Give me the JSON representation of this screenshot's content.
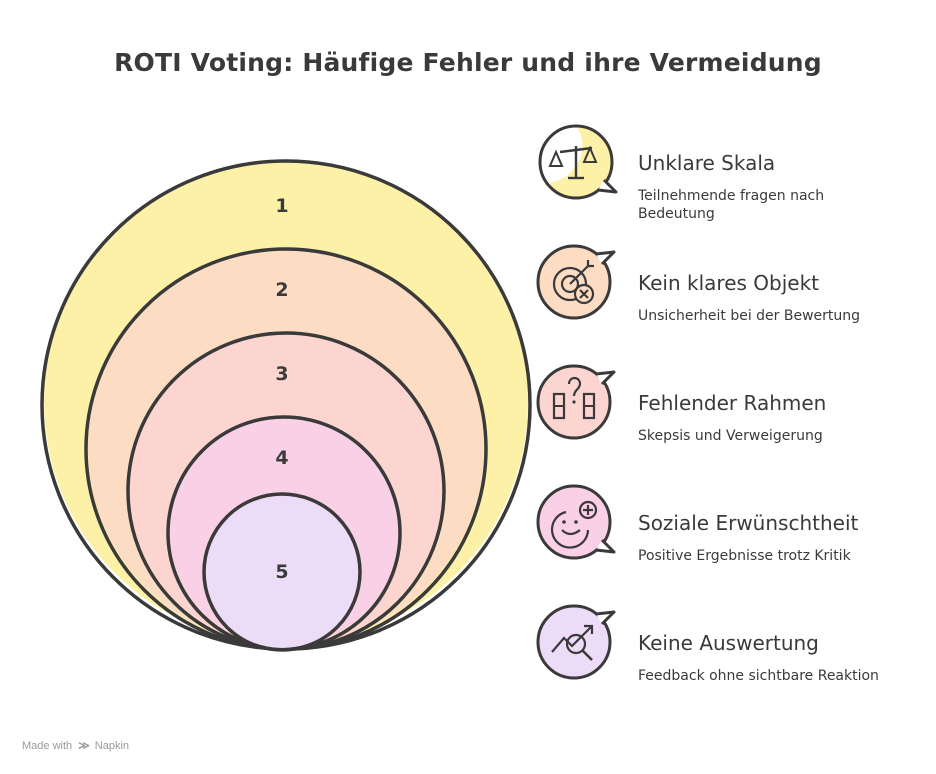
{
  "title": "ROTI Voting: Häufige Fehler und ihre Vermeidung",
  "rings": [
    {
      "label": "1",
      "color": "#fdf1a8"
    },
    {
      "label": "2",
      "color": "#fddcc4"
    },
    {
      "label": "3",
      "color": "#fcd5d0"
    },
    {
      "label": "4",
      "color": "#f9d0e6"
    },
    {
      "label": "5",
      "color": "#ecdcf8"
    }
  ],
  "items": [
    {
      "title": "Unklare Skala",
      "description": "Teilnehmende fragen nach Bedeutung",
      "icon": "scale-icon",
      "color": "#fdf1a8"
    },
    {
      "title": "Kein klares Objekt",
      "description": "Unsicherheit bei der Bewertung",
      "icon": "target-miss-icon",
      "color": "#fddcc4"
    },
    {
      "title": "Fehlender Rahmen",
      "description": "Skepsis und Verweigerung",
      "icon": "question-frame-icon",
      "color": "#fcd5d0"
    },
    {
      "title": "Soziale Erwünschtheit",
      "description": "Positive Ergebnisse trotz Kritik",
      "icon": "smiley-plus-icon",
      "color": "#f9d0e6"
    },
    {
      "title": "Keine Auswertung",
      "description": "Feedback ohne sichtbare Reaktion",
      "icon": "chart-search-icon",
      "color": "#ecdcf8"
    }
  ],
  "footer": {
    "text": "Made with",
    "brand": "Napkin"
  }
}
